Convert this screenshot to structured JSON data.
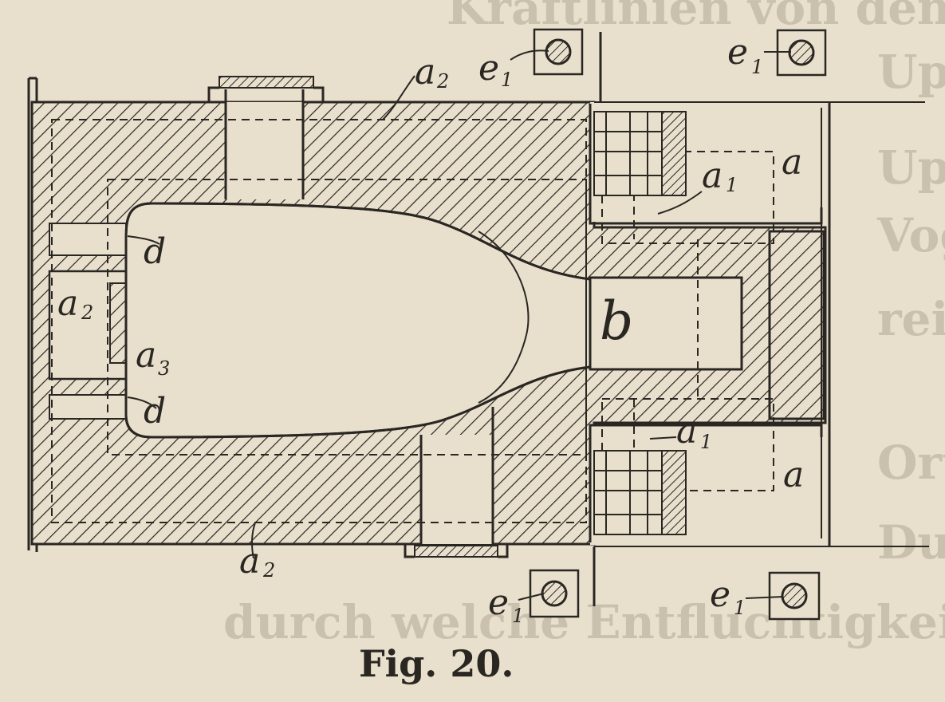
{
  "background_text": [
    "Kraftlinien von den Unipolar magnetischen",
    "Uptlr",
    "Vogel",
    "reich",
    "Ortfo",
    "Dur",
    "durch welche Entfluchtigkeit eine"
  ],
  "labels": {
    "a": "a",
    "a1": "a",
    "a1_sub": "1",
    "a2": "a",
    "a2_sub": "2",
    "a3": "a",
    "a3_sub": "3",
    "b": "b",
    "d": "d",
    "e1": "e",
    "e1_sub": "1"
  },
  "caption": "Fig. 20.",
  "colors": {
    "paper": "#e8e0cd",
    "ink": "#2a2622"
  }
}
